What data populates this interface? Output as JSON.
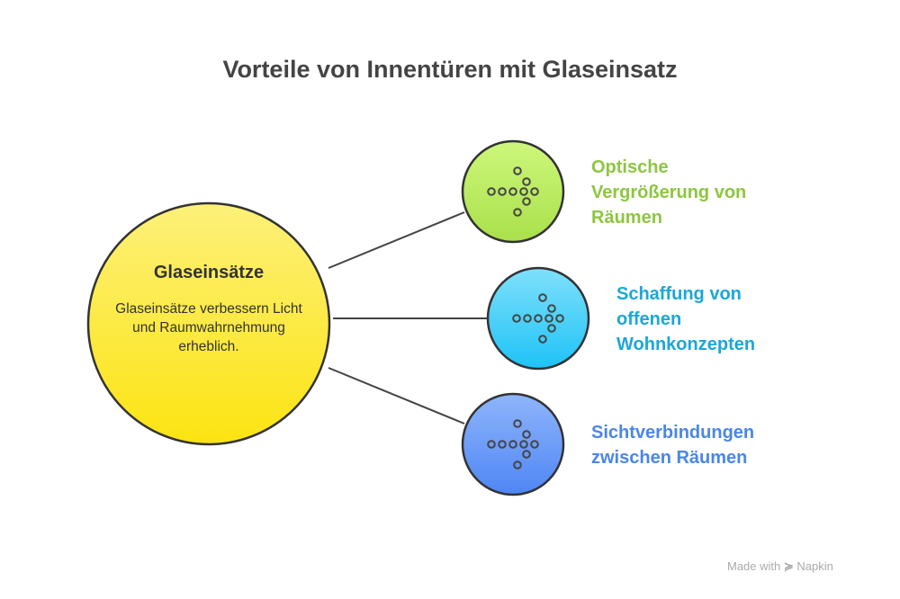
{
  "title": "Vorteile von Innentüren mit Glaseinsatz",
  "center": {
    "title": "Glaseinsätze",
    "description": "Glaseinsätze verbessern Licht und Raumwahrnehmung erheblich."
  },
  "benefits": [
    {
      "label": "Optische Vergrößerung von Räumen",
      "color": "#8dc63f",
      "icon": "dotted-arrow-right-icon"
    },
    {
      "label": "Schaffung von offenen Wohnkonzepten",
      "color": "#1aa7d9",
      "icon": "dotted-arrow-right-icon"
    },
    {
      "label": "Sichtverbindungen zwischen Räumen",
      "color": "#4a86e8",
      "icon": "dotted-arrow-right-icon"
    }
  ],
  "footer": {
    "text": "Made with",
    "brand": "Napkin",
    "icon": "napkin-logo-icon"
  }
}
